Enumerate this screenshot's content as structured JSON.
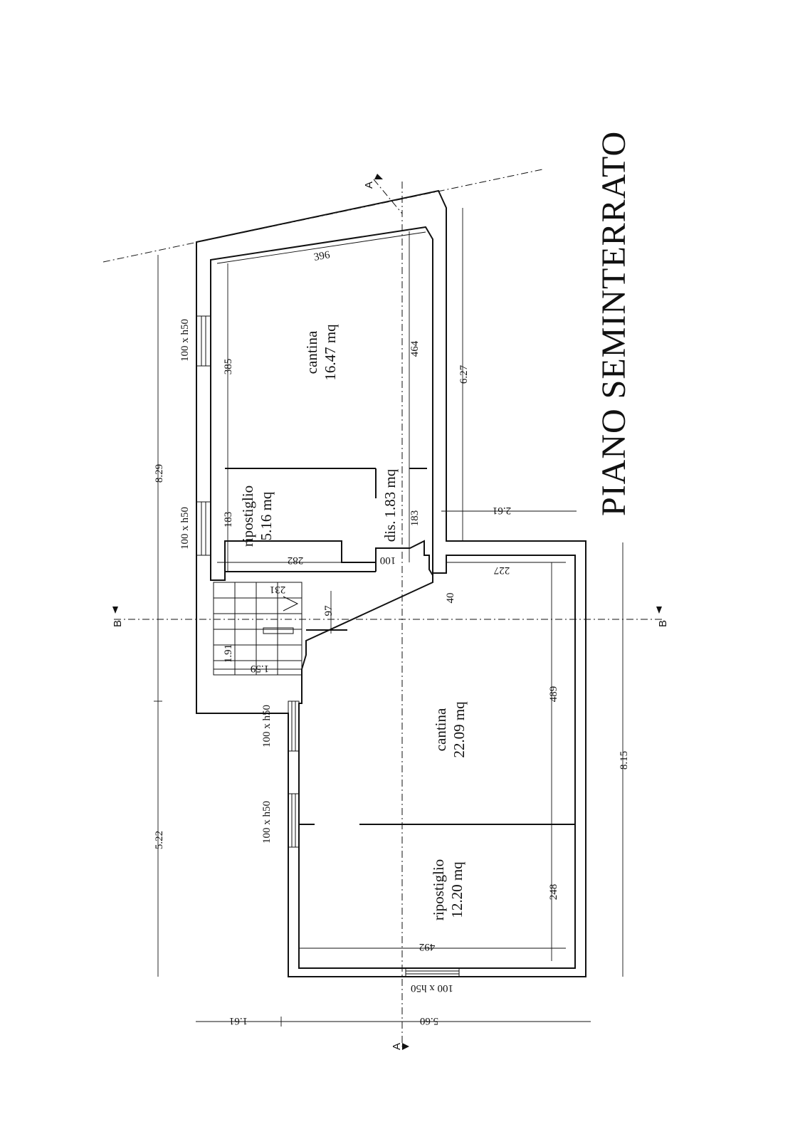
{
  "title": "PIANO SEMINTERRATO",
  "rooms": [
    {
      "name": "cantina",
      "area": "16.47 mq"
    },
    {
      "name": "ripostiglio",
      "area": "5.16 mq"
    },
    {
      "name": "dis.",
      "area": "1.83 mq"
    },
    {
      "name": "cantina",
      "area": "22.09 mq"
    },
    {
      "name": "ripostiglio",
      "area": "12.20 mq"
    }
  ],
  "windows": [
    "100 x h50",
    "100 x h50",
    "100 x h50",
    "100 x h50",
    "100 x h50"
  ],
  "dimensions": {
    "d396": "396",
    "d385": "385",
    "d464": "464",
    "d627": "6.27",
    "d829": "8.29",
    "d183a": "183",
    "d183b": "183",
    "d261": "2.61",
    "d282": "282",
    "d100": "100",
    "d231": "231",
    "d227": "227",
    "d40": "40",
    "d97": "97",
    "d191": "1.91",
    "d159": "1.59",
    "d489": "489",
    "d815": "8.15",
    "d522": "5.22",
    "d248": "248",
    "d492": "492",
    "d161": "1.61",
    "d560": "5.60"
  },
  "sections": {
    "a_top": "A",
    "a_bottom": "A",
    "b_left": "B",
    "b_right": "B"
  }
}
